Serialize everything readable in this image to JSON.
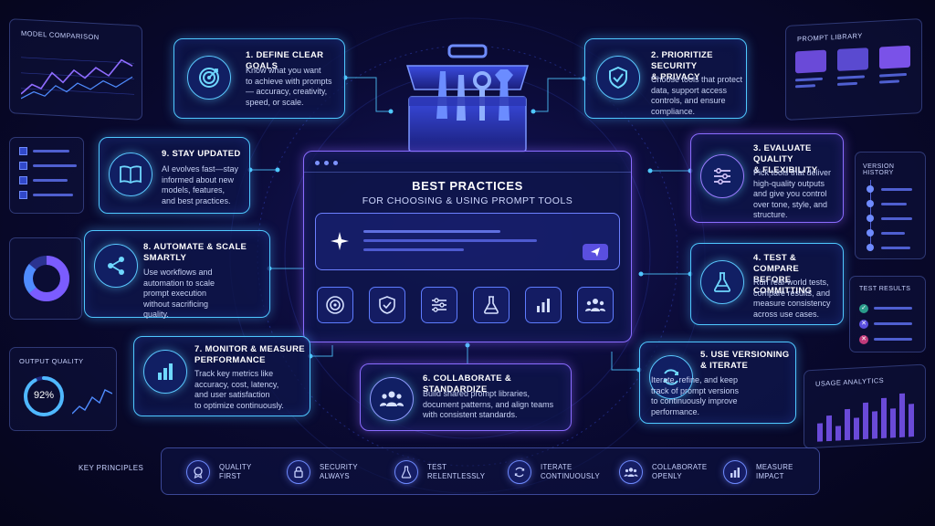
{
  "center": {
    "title": "BEST PRACTICES",
    "subtitle": "FOR CHOOSING & USING PROMPT TOOLS"
  },
  "cards": [
    {
      "title_line1": "1. DEFINE CLEAR GOALS",
      "title_line2": "",
      "body": [
        "Know what you want",
        "to achieve with prompts",
        "— accuracy, creativity,",
        "speed, or scale."
      ],
      "icon": "target-icon"
    },
    {
      "title_line1": "2. PRIORITIZE SECURITY",
      "title_line2": "& PRIVACY",
      "body": [
        "Choose tools that protect",
        "data, support access",
        "controls, and ensure",
        "compliance."
      ],
      "icon": "shield-check-icon"
    },
    {
      "title_line1": "3. EVALUATE QUALITY",
      "title_line2": "& FLEXIBILITY",
      "body": [
        "Pick tools that deliver",
        "high-quality outputs",
        "and give you control",
        "over tone, style, and",
        "structure."
      ],
      "icon": "sliders-icon"
    },
    {
      "title_line1": "4. TEST & COMPARE",
      "title_line2": "BEFORE COMMITTING",
      "body": [
        "Run real-world tests,",
        "compare results, and",
        "measure consistency",
        "across use cases."
      ],
      "icon": "flask-icon"
    },
    {
      "title_line1": "5. USE VERSIONING",
      "title_line2": "& ITERATE",
      "body": [
        "Iterate, refine, and keep",
        "track of prompt versions",
        "to continuously improve",
        "performance."
      ],
      "icon": "refresh-icon"
    },
    {
      "title_line1": "6. COLLABORATE & STANDARDIZE",
      "title_line2": "",
      "body": [
        "Build shared prompt libraries,",
        "document patterns, and align teams",
        "with consistent standards."
      ],
      "icon": "team-icon"
    },
    {
      "title_line1": "7. MONITOR & MEASURE",
      "title_line2": "PERFORMANCE",
      "body": [
        "Track key metrics like",
        "accuracy, cost, latency,",
        "and user satisfaction",
        "to optimize continuously."
      ],
      "icon": "bar-chart-icon"
    },
    {
      "title_line1": "8. AUTOMATE & SCALE",
      "title_line2": "SMARTLY",
      "body": [
        "Use workflows and",
        "automation to scale",
        "prompt execution",
        "without sacrificing",
        "quality."
      ],
      "icon": "share-nodes-icon"
    },
    {
      "title_line1": "9. STAY UPDATED",
      "title_line2": "",
      "body": [
        "AI evolves fast—stay",
        "informed about new",
        "models, features,",
        "and best practices."
      ],
      "icon": "book-icon"
    }
  ],
  "side_panels": {
    "model_comparison": "MODEL COMPARISON",
    "prompt_library": "PROMPT LIBRARY",
    "version_history": "VERSION HISTORY",
    "test_results": "TEST RESULTS",
    "output_quality": "OUTPUT QUALITY",
    "output_quality_value": "92%",
    "output_quality_fraction": 0.92,
    "usage_analytics": "USAGE ANALYTICS"
  },
  "principles": {
    "heading": "KEY PRINCIPLES",
    "items": [
      {
        "line1": "QUALITY",
        "line2": "FIRST",
        "icon": "badge-icon"
      },
      {
        "line1": "SECURITY",
        "line2": "ALWAYS",
        "icon": "lock-icon"
      },
      {
        "line1": "TEST",
        "line2": "RELENTLESSLY",
        "icon": "flask-icon"
      },
      {
        "line1": "ITERATE",
        "line2": "CONTINUOUSLY",
        "icon": "refresh-icon"
      },
      {
        "line1": "COLLABORATE",
        "line2": "OPENLY",
        "icon": "team-icon"
      },
      {
        "line1": "MEASURE",
        "line2": "IMPACT",
        "icon": "bar-chart-icon"
      }
    ]
  },
  "colors": {
    "accent": "#4fc8ff",
    "purple": "#8b6cff",
    "background": "#0a0a33"
  }
}
